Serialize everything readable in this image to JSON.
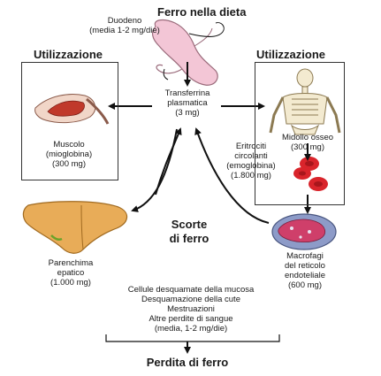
{
  "header": {
    "title": "Ferro nella dieta"
  },
  "duodeno": {
    "line1": "Duodeno",
    "line2": "(media 1-2 mg/die)"
  },
  "transferrina": {
    "line1": "Transferrina",
    "line2": "plasmatica",
    "line3": "(3 mg)"
  },
  "left_panel": {
    "heading": "Utilizzazione",
    "line1": "Muscolo",
    "line2": "(mioglobina)",
    "line3": "(300 mg)"
  },
  "right_panel": {
    "heading": "Utilizzazione",
    "line1": "Midollo osseo",
    "line2": "(300 mg)"
  },
  "eritrociti": {
    "line1": "Eritrociti",
    "line2": "circolanti",
    "line3": "(emoglobina)",
    "line4": "(1.800 mg)"
  },
  "scorte": {
    "line1": "Scorte",
    "line2": "di ferro"
  },
  "fegato": {
    "line1": "Parenchima",
    "line2": "epatico",
    "line3": "(1.000 mg)"
  },
  "macrofagi": {
    "line1": "Macrofagi",
    "line2": "del reticolo",
    "line3": "endoteliale",
    "line4": "(600 mg)"
  },
  "perdite": {
    "items": [
      "Cellule desquamate della mucosa",
      "Desquamazione della cute",
      "Mestruazioni",
      "Altre perdite di sangue",
      "(media, 1-2 mg/die)"
    ],
    "footer": "Perdita di ferro"
  },
  "colors": {
    "stomach": "#f3c6d6",
    "liver": "#e8ac58",
    "blood_cell": "#d9242b",
    "muscle": "#c0392b",
    "macrophage": "#7e8fc0"
  }
}
